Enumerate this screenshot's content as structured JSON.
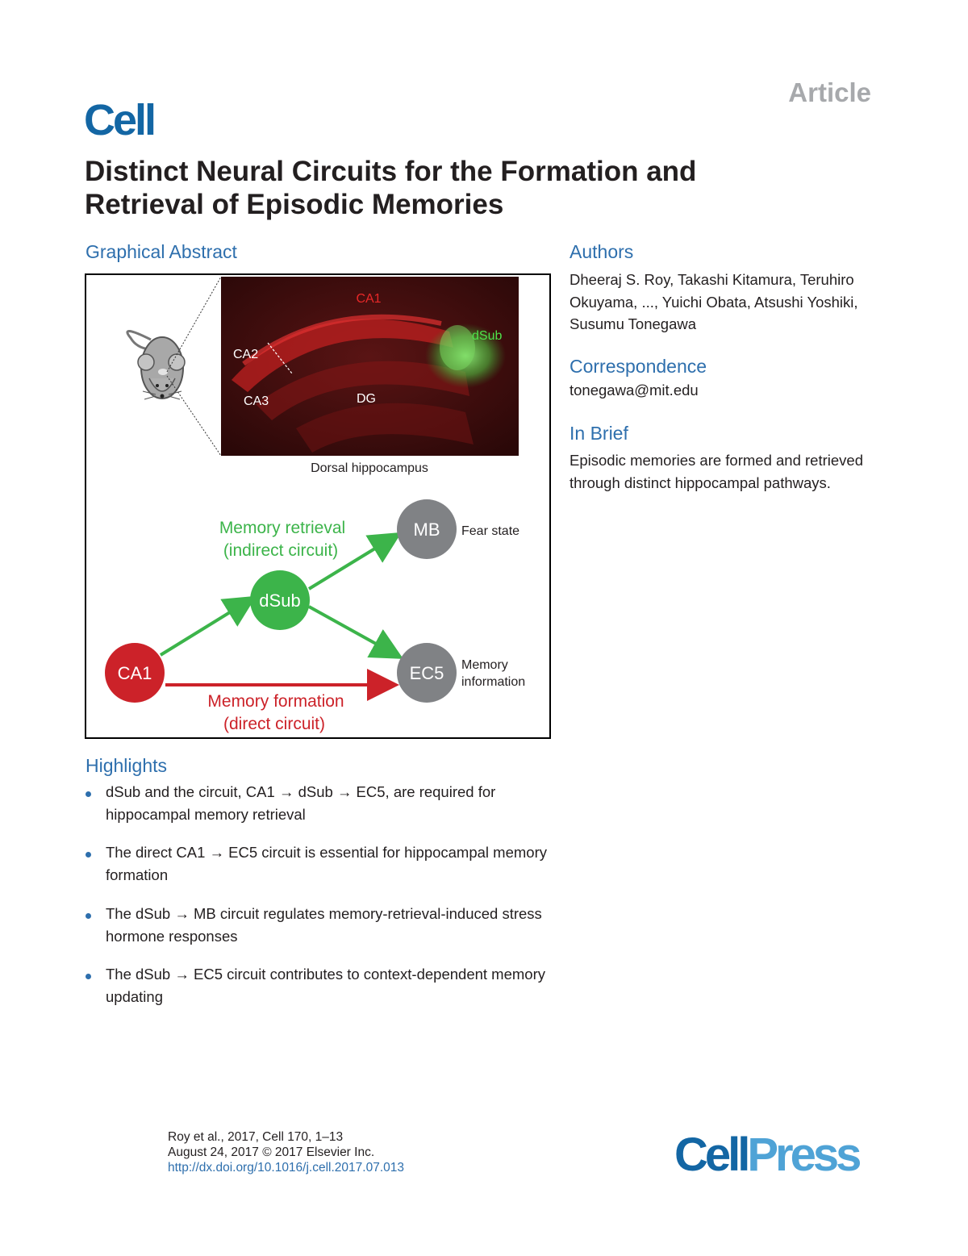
{
  "header": {
    "article_label": "Article",
    "journal_logo": "Cell",
    "title": "Distinct Neural Circuits for the Formation and Retrieval of Episodic Memories"
  },
  "graphical_abstract": {
    "heading": "Graphical Abstract",
    "micrograph_labels": {
      "ca1": "CA1",
      "ca2": "CA2",
      "ca3": "CA3",
      "dg": "DG",
      "dsub": "dSub"
    },
    "caption": "Dorsal hippocampus",
    "nodes": {
      "ca1": "CA1",
      "dsub": "dSub",
      "mb": "MB",
      "ec5": "EC5"
    },
    "node_notes": {
      "mb": "Fear state",
      "ec5_line1": "Memory",
      "ec5_line2": "information"
    },
    "retrieval_label_1": "Memory retrieval",
    "retrieval_label_2": "(indirect circuit)",
    "formation_label_1": "Memory formation",
    "formation_label_2": "(direct circuit)",
    "colors": {
      "green": "#3cb44a",
      "red": "#cc2229",
      "gray": "#808285"
    }
  },
  "highlights": {
    "heading": "Highlights",
    "items": [
      "dSub and the circuit, CA1 → dSub → EC5, are required for hippocampal memory retrieval",
      "The direct CA1 → EC5 circuit is essential for hippocampal memory formation",
      "The dSub → MB circuit regulates memory-retrieval-induced stress hormone responses",
      "The dSub → EC5 circuit contributes to context-dependent memory updating"
    ]
  },
  "authors": {
    "heading": "Authors",
    "text": "Dheeraj S. Roy, Takashi Kitamura, Teruhiro Okuyama, ..., Yuichi Obata, Atsushi Yoshiki, Susumu Tonegawa"
  },
  "correspondence": {
    "heading": "Correspondence",
    "email": "tonegawa@mit.edu"
  },
  "in_brief": {
    "heading": "In Brief",
    "text": "Episodic memories are formed and retrieved through distinct hippocampal pathways."
  },
  "footer": {
    "citation_1": "Roy et al., 2017, Cell 170, 1–13",
    "citation_2": "August 24, 2017 © 2017 Elsevier Inc.",
    "doi": "http://dx.doi.org/10.1016/j.cell.2017.07.013",
    "publisher_part1": "Cell",
    "publisher_part2": "Press"
  }
}
